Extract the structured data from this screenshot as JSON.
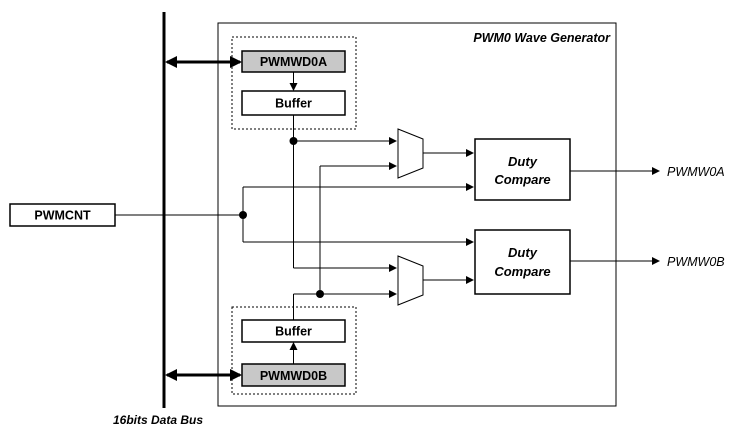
{
  "diagram": {
    "generator_title": "PWM0 Wave Generator",
    "data_bus_label": "16bits Data Bus",
    "blocks": {
      "pwmwd0a": "PWMWD0A",
      "pwmwd0b": "PWMWD0B",
      "buffer_a": "Buffer",
      "buffer_b": "Buffer",
      "pwmcnt": "PWMCNT",
      "duty_a_line1": "Duty",
      "duty_a_line2": "Compare",
      "duty_b_line1": "Duty",
      "duty_b_line2": "Compare"
    },
    "outputs": {
      "a": "PWMW0A",
      "b": "PWMW0B"
    },
    "colors": {
      "register_fill": "#c8c8c8",
      "line": "#000000",
      "background": "#ffffff"
    }
  }
}
